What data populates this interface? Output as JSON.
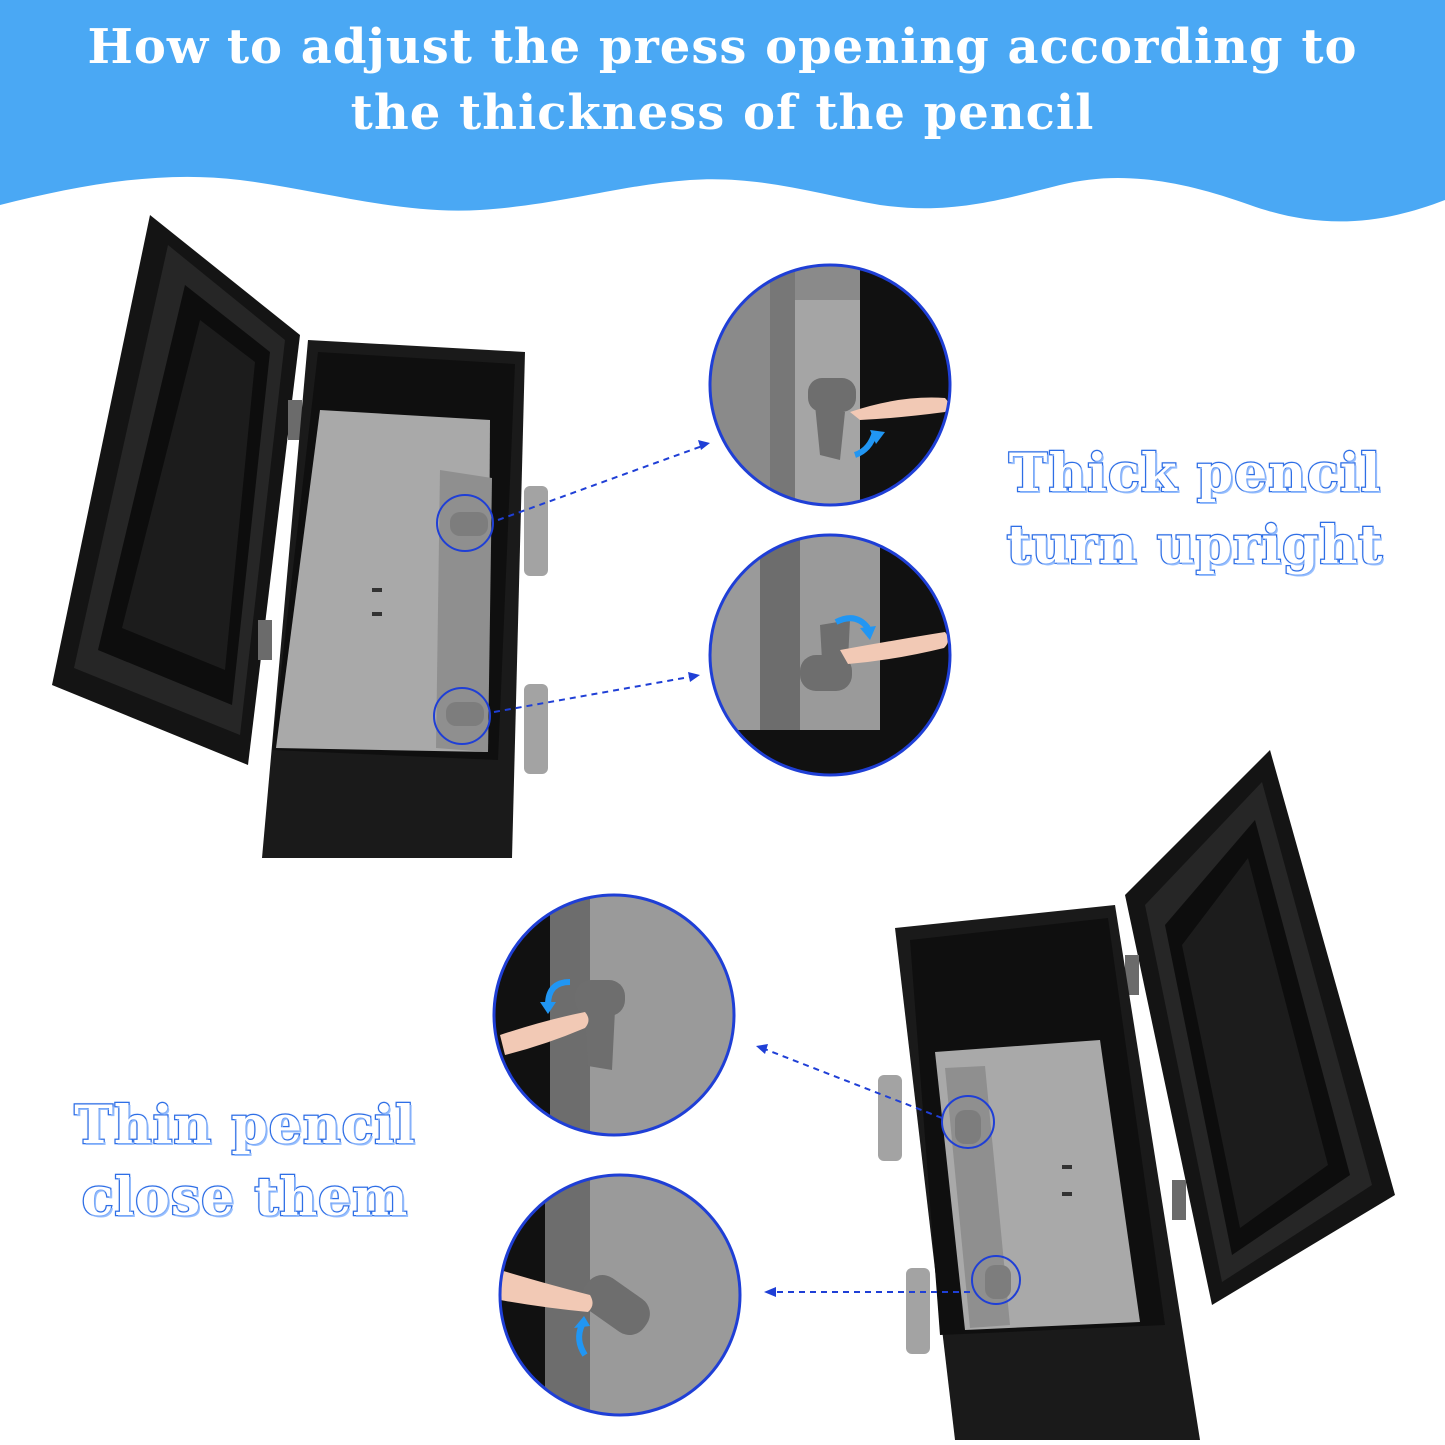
{
  "header": {
    "title_line1": "How to adjust the press opening according to",
    "title_line2": "the thickness of the pencil",
    "banner_color": "#4aa8f4"
  },
  "labels": {
    "thick_line1": "Thick pencil",
    "thick_line2": "turn upright",
    "thin_line1": "Thin pencil",
    "thin_line2": "close them",
    "text_color": "#2f6fe6"
  },
  "colors": {
    "box_black": "#1a1a1a",
    "plate_gray": "#a9a9a9",
    "knob_gray": "#7d7d7d",
    "callout_blue": "#1f3fd6",
    "arrow_blue": "#2196f3"
  }
}
